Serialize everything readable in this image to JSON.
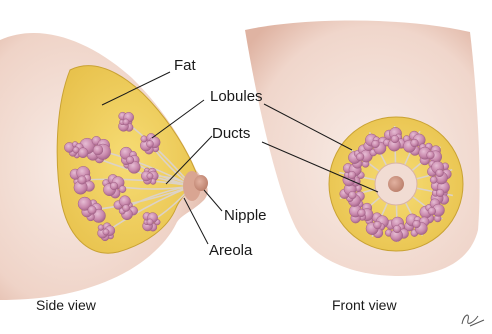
{
  "labels": {
    "fat": "Fat",
    "lobules": "Lobules",
    "ducts": "Ducts",
    "nipple": "Nipple",
    "areola": "Areola"
  },
  "captions": {
    "side": "Side view",
    "front": "Front view"
  },
  "colors": {
    "skin_light": "#f6e6df",
    "skin_mid": "#ecc9bc",
    "skin_shadow": "#d7a796",
    "fat_fill": "#f0d061",
    "fat_edge": "#c9a233",
    "lobule": "#c989ad",
    "lobule_dark": "#9f5f85",
    "lobule_light": "#e2b9cf",
    "duct": "#d8cfc6",
    "nipple": "#c98f7a",
    "leader": "#1a1a1a"
  }
}
